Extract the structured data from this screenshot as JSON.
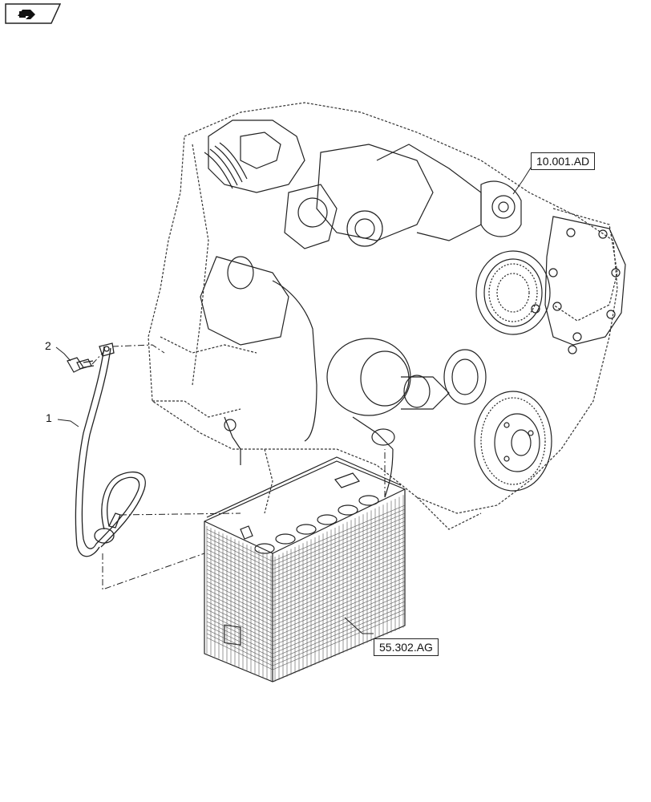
{
  "diagram": {
    "callouts": [
      {
        "id": "1",
        "label": "1"
      },
      {
        "id": "2",
        "label": "2"
      }
    ],
    "references": [
      {
        "id": "engine",
        "label": "10.001.AD"
      },
      {
        "id": "battery",
        "label": "55.302.AG"
      }
    ],
    "nav_icon": "back-arrow-icon"
  }
}
